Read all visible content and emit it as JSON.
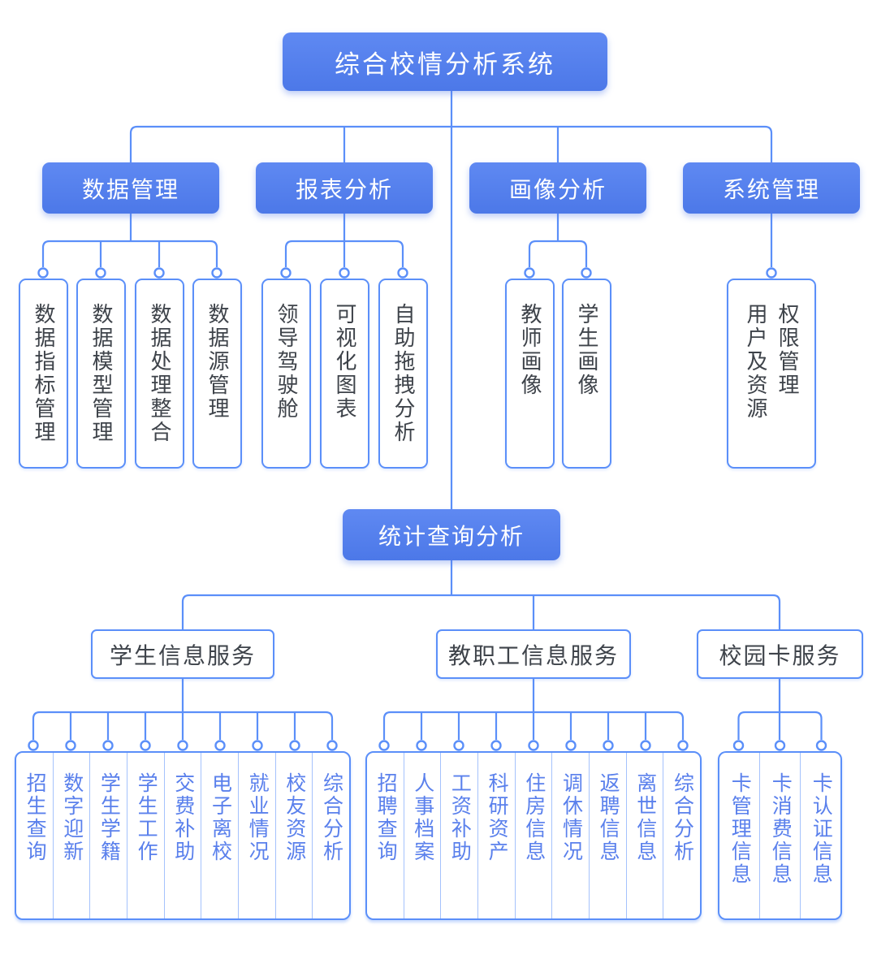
{
  "root": {
    "label": "综合校情分析系统"
  },
  "branches": [
    {
      "label": "数据管理",
      "children": [
        "数据指标管理",
        "数据模型管理",
        "数据处理整合",
        "数据源管理"
      ]
    },
    {
      "label": "报表分析",
      "children": [
        "领导驾驶舱",
        "可视化图表",
        "自助拖拽分析"
      ]
    },
    {
      "label": "画像分析",
      "children": [
        "教师画像",
        "学生画像"
      ]
    },
    {
      "label": "系统管理",
      "children": [
        "用户及资源权限管理"
      ]
    }
  ],
  "mid": {
    "label": "统计查询分析"
  },
  "services": [
    {
      "label": "学生信息服务",
      "items": [
        "招生查询",
        "数字迎新",
        "学生学籍",
        "学生工作",
        "交费补助",
        "电子离校",
        "就业情况",
        "校友资源",
        "综合分析"
      ]
    },
    {
      "label": "教职工信息服务",
      "items": [
        "招聘查询",
        "人事档案",
        "工资补助",
        "科研资产",
        "住房信息",
        "调休情况",
        "返聘信息",
        "离世信息",
        "综合分析"
      ]
    },
    {
      "label": "校园卡服务",
      "items": [
        "卡管理信息",
        "卡消费信息",
        "卡认证信息"
      ]
    }
  ],
  "colors": {
    "node_fill_top": "#5F89F2",
    "node_fill_bottom": "#4C78E8",
    "line": "#5B8FF9",
    "leaf_text": "#5A80EC",
    "dark_text": "#3E434A",
    "background": "#FFFFFF"
  }
}
